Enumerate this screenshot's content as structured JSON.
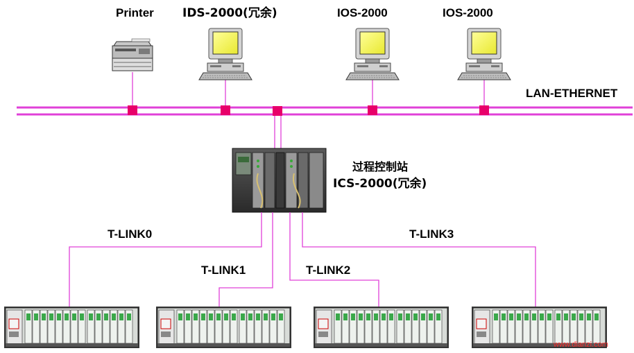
{
  "nodes": {
    "printer": {
      "label": "Printer"
    },
    "ids": {
      "label": "IDS-2000(冗余)"
    },
    "ios1": {
      "label": "IOS-2000"
    },
    "ios2": {
      "label": "IOS-2000"
    }
  },
  "network": {
    "label": "LAN-ETHERNET"
  },
  "station": {
    "title": "过程控制站",
    "model": "ICS-2000(冗余)"
  },
  "links": [
    {
      "label": "T-LINK0"
    },
    {
      "label": "T-LINK1"
    },
    {
      "label": "T-LINK2"
    },
    {
      "label": "T-LINK3"
    }
  ],
  "watermark": "www.dianzi.com",
  "colors": {
    "bus": "#e040d8",
    "connector": "#e8006a"
  }
}
